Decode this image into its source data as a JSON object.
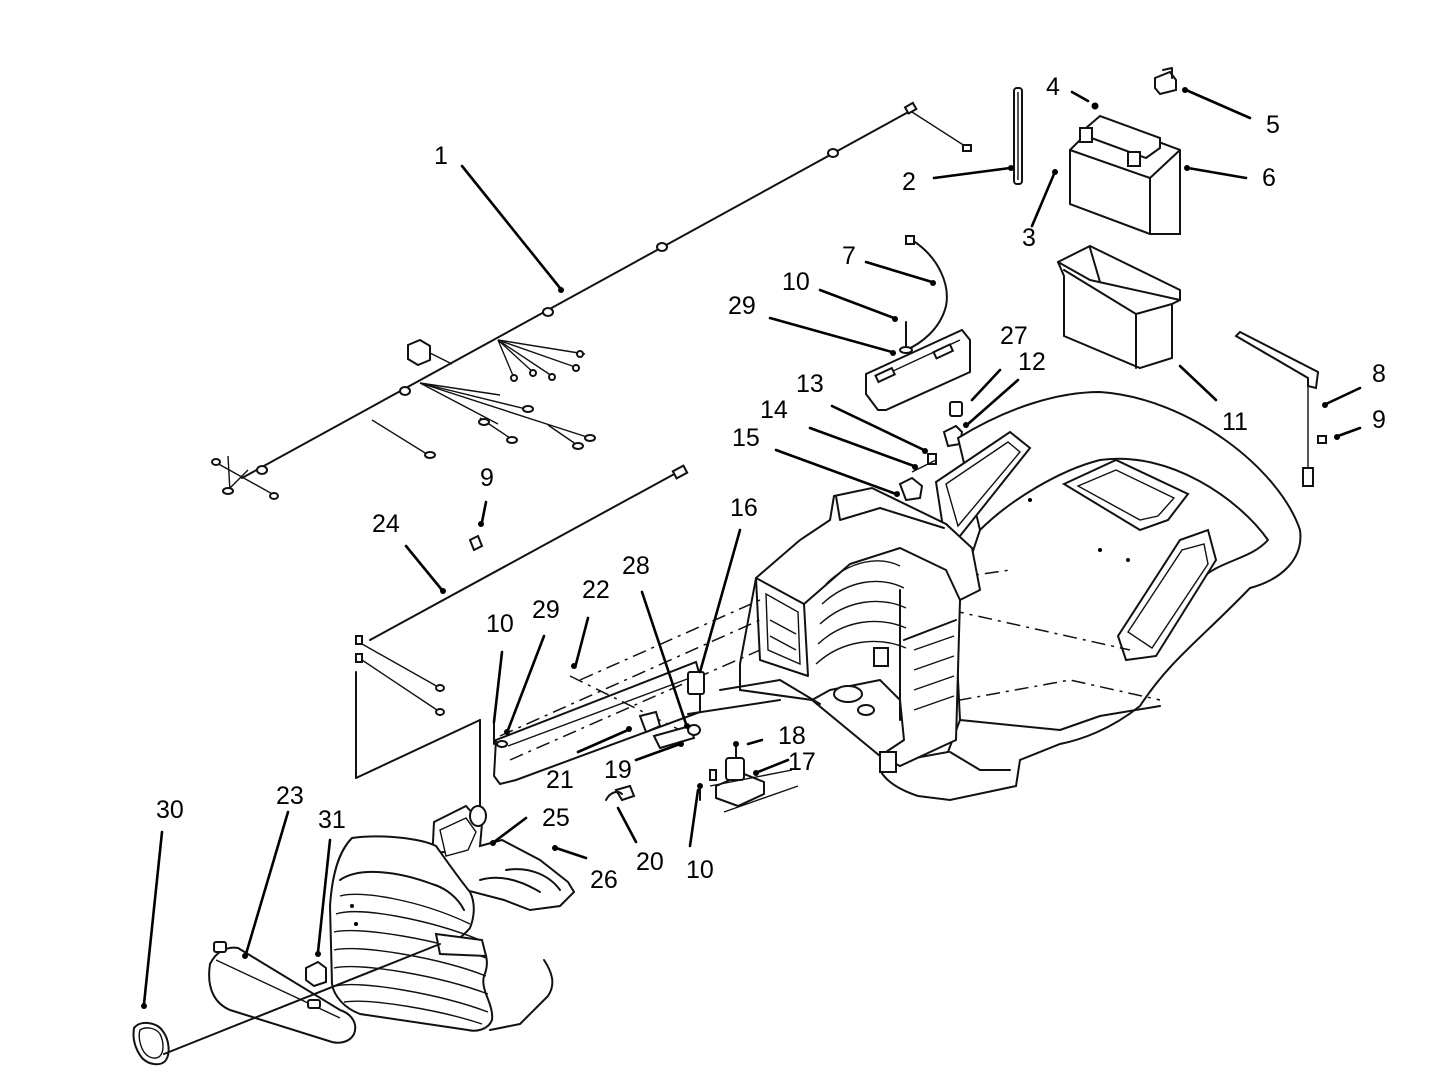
{
  "callouts": [
    {
      "id": "c1",
      "text": "1"
    },
    {
      "id": "c2",
      "text": "2"
    },
    {
      "id": "c3",
      "text": "3"
    },
    {
      "id": "c4",
      "text": "4"
    },
    {
      "id": "c5",
      "text": "5"
    },
    {
      "id": "c6",
      "text": "6"
    },
    {
      "id": "c7",
      "text": "7"
    },
    {
      "id": "c10a",
      "text": "10"
    },
    {
      "id": "c29a",
      "text": "29"
    },
    {
      "id": "c27",
      "text": "27"
    },
    {
      "id": "c12",
      "text": "12"
    },
    {
      "id": "c13",
      "text": "13"
    },
    {
      "id": "c14",
      "text": "14"
    },
    {
      "id": "c15",
      "text": "15"
    },
    {
      "id": "c8",
      "text": "8"
    },
    {
      "id": "c9a",
      "text": "9"
    },
    {
      "id": "c11",
      "text": "11"
    },
    {
      "id": "c9b",
      "text": "9"
    },
    {
      "id": "c24",
      "text": "24"
    },
    {
      "id": "c16",
      "text": "16"
    },
    {
      "id": "c28",
      "text": "28"
    },
    {
      "id": "c22",
      "text": "22"
    },
    {
      "id": "c10b",
      "text": "10"
    },
    {
      "id": "c29b",
      "text": "29"
    },
    {
      "id": "c18",
      "text": "18"
    },
    {
      "id": "c17",
      "text": "17"
    },
    {
      "id": "c21",
      "text": "21"
    },
    {
      "id": "c19",
      "text": "19"
    },
    {
      "id": "c30",
      "text": "30"
    },
    {
      "id": "c23",
      "text": "23"
    },
    {
      "id": "c31",
      "text": "31"
    },
    {
      "id": "c25",
      "text": "25"
    },
    {
      "id": "c26",
      "text": "26"
    },
    {
      "id": "c20",
      "text": "20"
    },
    {
      "id": "c10c",
      "text": "10"
    }
  ]
}
